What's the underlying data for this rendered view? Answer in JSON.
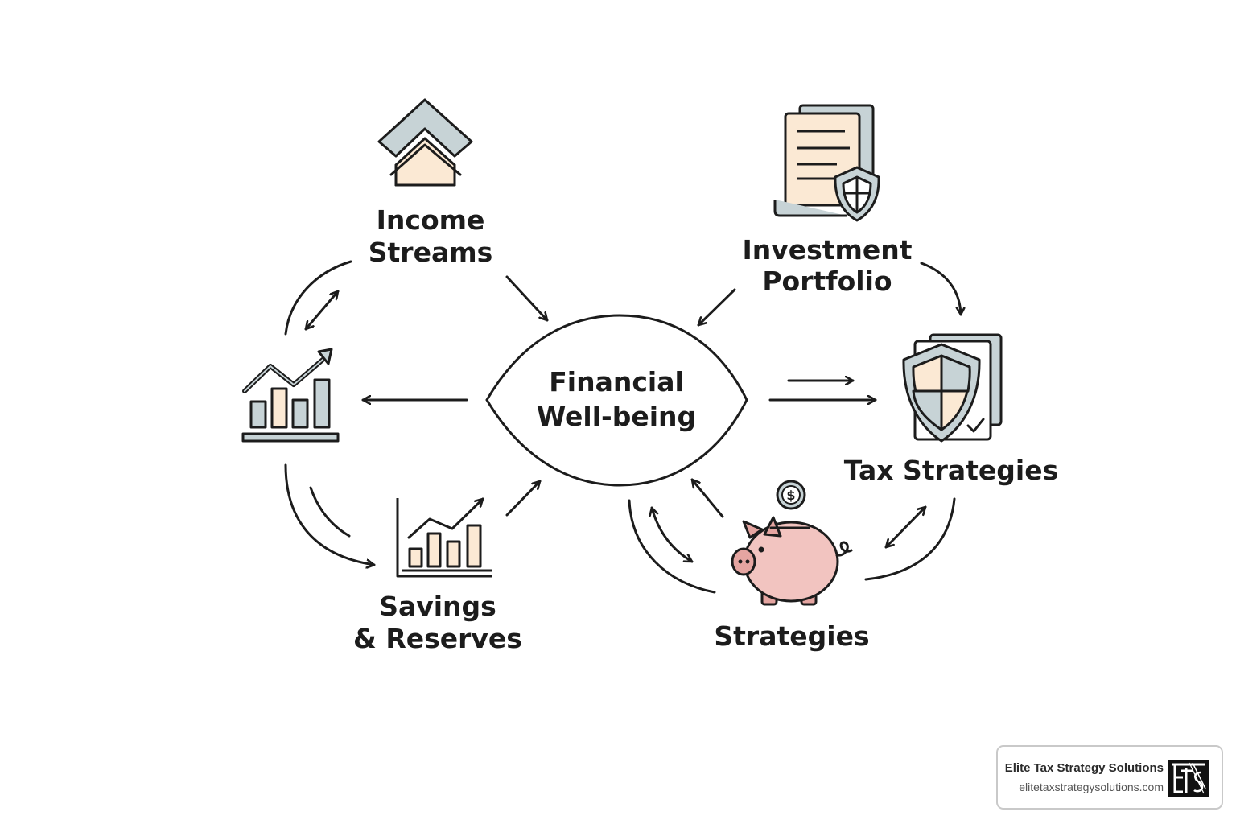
{
  "center": {
    "line1": "Financial",
    "line2": "Well-being"
  },
  "nodes": {
    "income": {
      "line1": "Income",
      "line2": "Streams"
    },
    "investment": {
      "line1": "Investment",
      "line2": "Portfolio"
    },
    "tax": {
      "line1": "Tax Strategies"
    },
    "savings": {
      "line1": "Savings",
      "line2": "& Reserves"
    },
    "strategies": {
      "line1": "Strategies"
    }
  },
  "icons": {
    "income": "up-arrows-icon",
    "growth": "bar-chart-growth-icon",
    "investment": "document-shield-icon",
    "tax": "shield-document-icon",
    "savings": "bar-chart-icon",
    "strategies": "piggy-bank-icon",
    "coin": "dollar-coin-icon"
  },
  "coin_symbol": "$",
  "colors": {
    "ink": "#1c1c1c",
    "slate": "#c7d3d6",
    "peach": "#fbe9d4",
    "pink": "#f2c4c0",
    "pink_dark": "#e5a5a1"
  },
  "brand": {
    "name": "Elite Tax Strategy Solutions",
    "url": "elitetaxstrategysolutions.com"
  }
}
